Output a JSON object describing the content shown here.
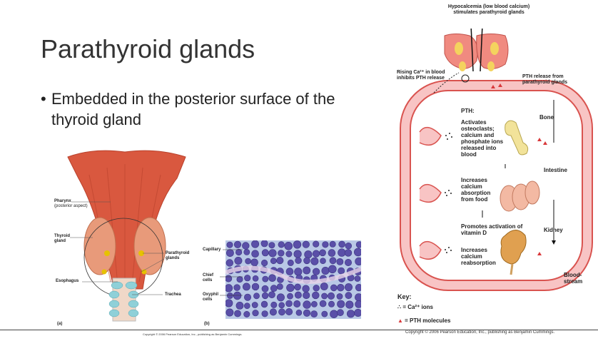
{
  "slide": {
    "title": "Parathyroid glands",
    "bullet_symbol": "•",
    "bullet": "Embedded in the posterior surface of the thyroid gland"
  },
  "fig_a": {
    "pharynx": "Pharynx",
    "pharynx_sub": "(posterior aspect)",
    "thyroid": "Thyroid gland",
    "parathyroid": "Parathyroid glands",
    "esophagus": "Esophagus",
    "trachea": "Trachea",
    "panel": "(a)"
  },
  "fig_b": {
    "capillary": "Capillary",
    "chief": "Chief cells",
    "oxyphil": "Oxyphil cells",
    "panel": "(b)"
  },
  "copyright_left": "Copyright © 2006 Pearson Education, Inc., publishing as Benjamin Cummings.",
  "flow": {
    "top": "Hypocalcemia (low blood calcium) stimulates parathyroid glands",
    "rising": "Rising Ca²⁺ in blood inhibits PTH release",
    "pth_release": "PTH release from parathyroid glands",
    "pth": "PTH:",
    "osteo": "Activates osteoclasts; calcium and phosphate ions released into blood",
    "bone": "Bone",
    "absorb": "Increases calcium absorption from food",
    "intestine": "Intestine",
    "vitd": "Promotes activation of vitamin D",
    "kidney": "Kidney",
    "reabs": "Increases calcium reabsorption",
    "bloodstream": "Blood-stream",
    "key": "Key:",
    "key_ca": "= Ca²⁺ ions",
    "key_pth": "= PTH molecules",
    "copyright": "Copyright © 2006 Pearson Education, Inc., publishing as Benjamin Cummings."
  },
  "colors": {
    "vessel": "#f4a7a9",
    "vessel_edge": "#d9534f",
    "muscle": "#d9583f",
    "gland": "#e89a7a",
    "bone": "#f2e39a",
    "stain": "#5a4fa8"
  }
}
